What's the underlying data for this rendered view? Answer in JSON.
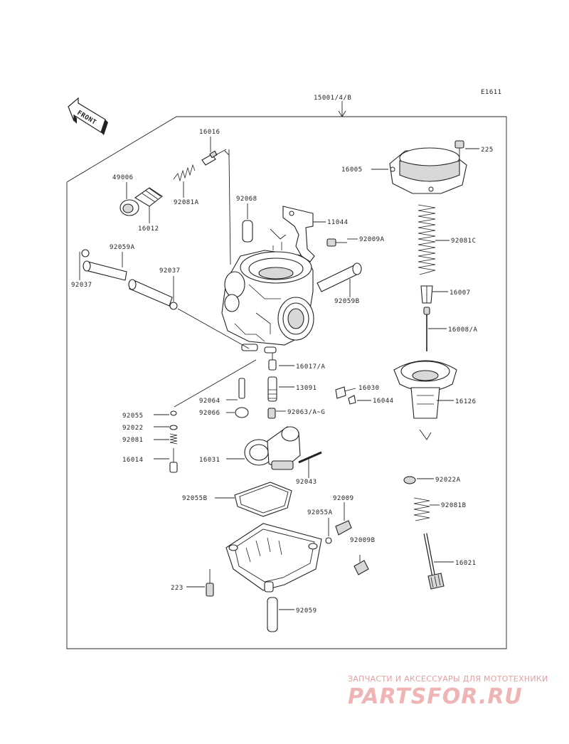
{
  "diagram_code": "E1611",
  "assembly_label": "15001/4/B",
  "front_label": "FRONT",
  "part_labels": {
    "p16016": "16016",
    "p49006": "49006",
    "p92081A": "92081A",
    "p16012": "16012",
    "p92068": "92068",
    "p11044": "11044",
    "p92009A": "92009A",
    "p92059A": "92059A",
    "p92037a": "92037",
    "p92037b": "92037",
    "p92059B": "92059B",
    "p16017A": "16017/A",
    "p13091": "13091",
    "p16030": "16030",
    "p16044": "16044",
    "p92064": "92064",
    "p92066": "92066",
    "p92063": "92063/A~G",
    "p92055": "92055",
    "p92022": "92022",
    "p92081": "92081",
    "p16014": "16014",
    "p16031": "16031",
    "p92043": "92043",
    "p92055B": "92055B",
    "p92009": "92009",
    "p92055A": "92055A",
    "p92009B": "92009B",
    "p223": "223",
    "p92059": "92059",
    "p16005": "16005",
    "p225": "225",
    "p92081C": "92081C",
    "p16007": "16007",
    "p16008A": "16008/A",
    "p16126": "16126",
    "p92022A": "92022A",
    "p92081B": "92081B",
    "p16021": "16021"
  },
  "watermark": {
    "tagline": "ЗАПЧАСТИ И АКСЕССУАРЫ ДЛЯ МОТОТЕХНИКИ",
    "logo": "PARTSFOR.RU"
  }
}
